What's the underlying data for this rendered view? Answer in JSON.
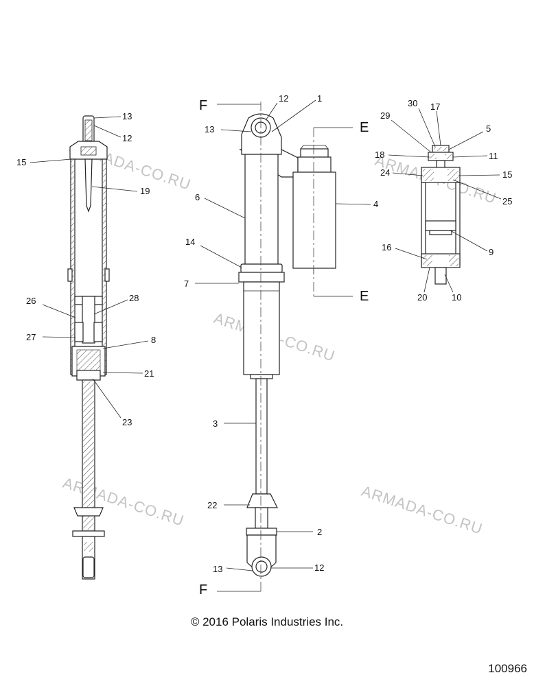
{
  "watermark": "ARMADA-CO.RU",
  "copyright": "© 2016 Polaris Industries Inc.",
  "diagram_number": "100966",
  "section_marks": {
    "f_top": "F",
    "f_bottom": "F",
    "e_top": "E",
    "e_bottom": "E"
  },
  "callouts": {
    "left_13": "13",
    "left_12": "12",
    "left_15": "15",
    "left_19": "19",
    "left_28": "28",
    "left_26": "26",
    "left_27": "27",
    "left_8": "8",
    "left_21": "21",
    "left_23": "23",
    "mid_12_top": "12",
    "mid_1": "1",
    "mid_13_top": "13",
    "mid_6": "6",
    "mid_4": "4",
    "mid_14": "14",
    "mid_7": "7",
    "mid_3": "3",
    "mid_22": "22",
    "mid_2": "2",
    "mid_13_bot": "13",
    "mid_12_bot": "12",
    "right_30": "30",
    "right_17": "17",
    "right_29": "29",
    "right_5": "5",
    "right_18": "18",
    "right_11": "11",
    "right_24": "24",
    "right_15": "15",
    "right_25": "25",
    "right_16": "16",
    "right_9": "9",
    "right_20": "20",
    "right_10": "10"
  }
}
